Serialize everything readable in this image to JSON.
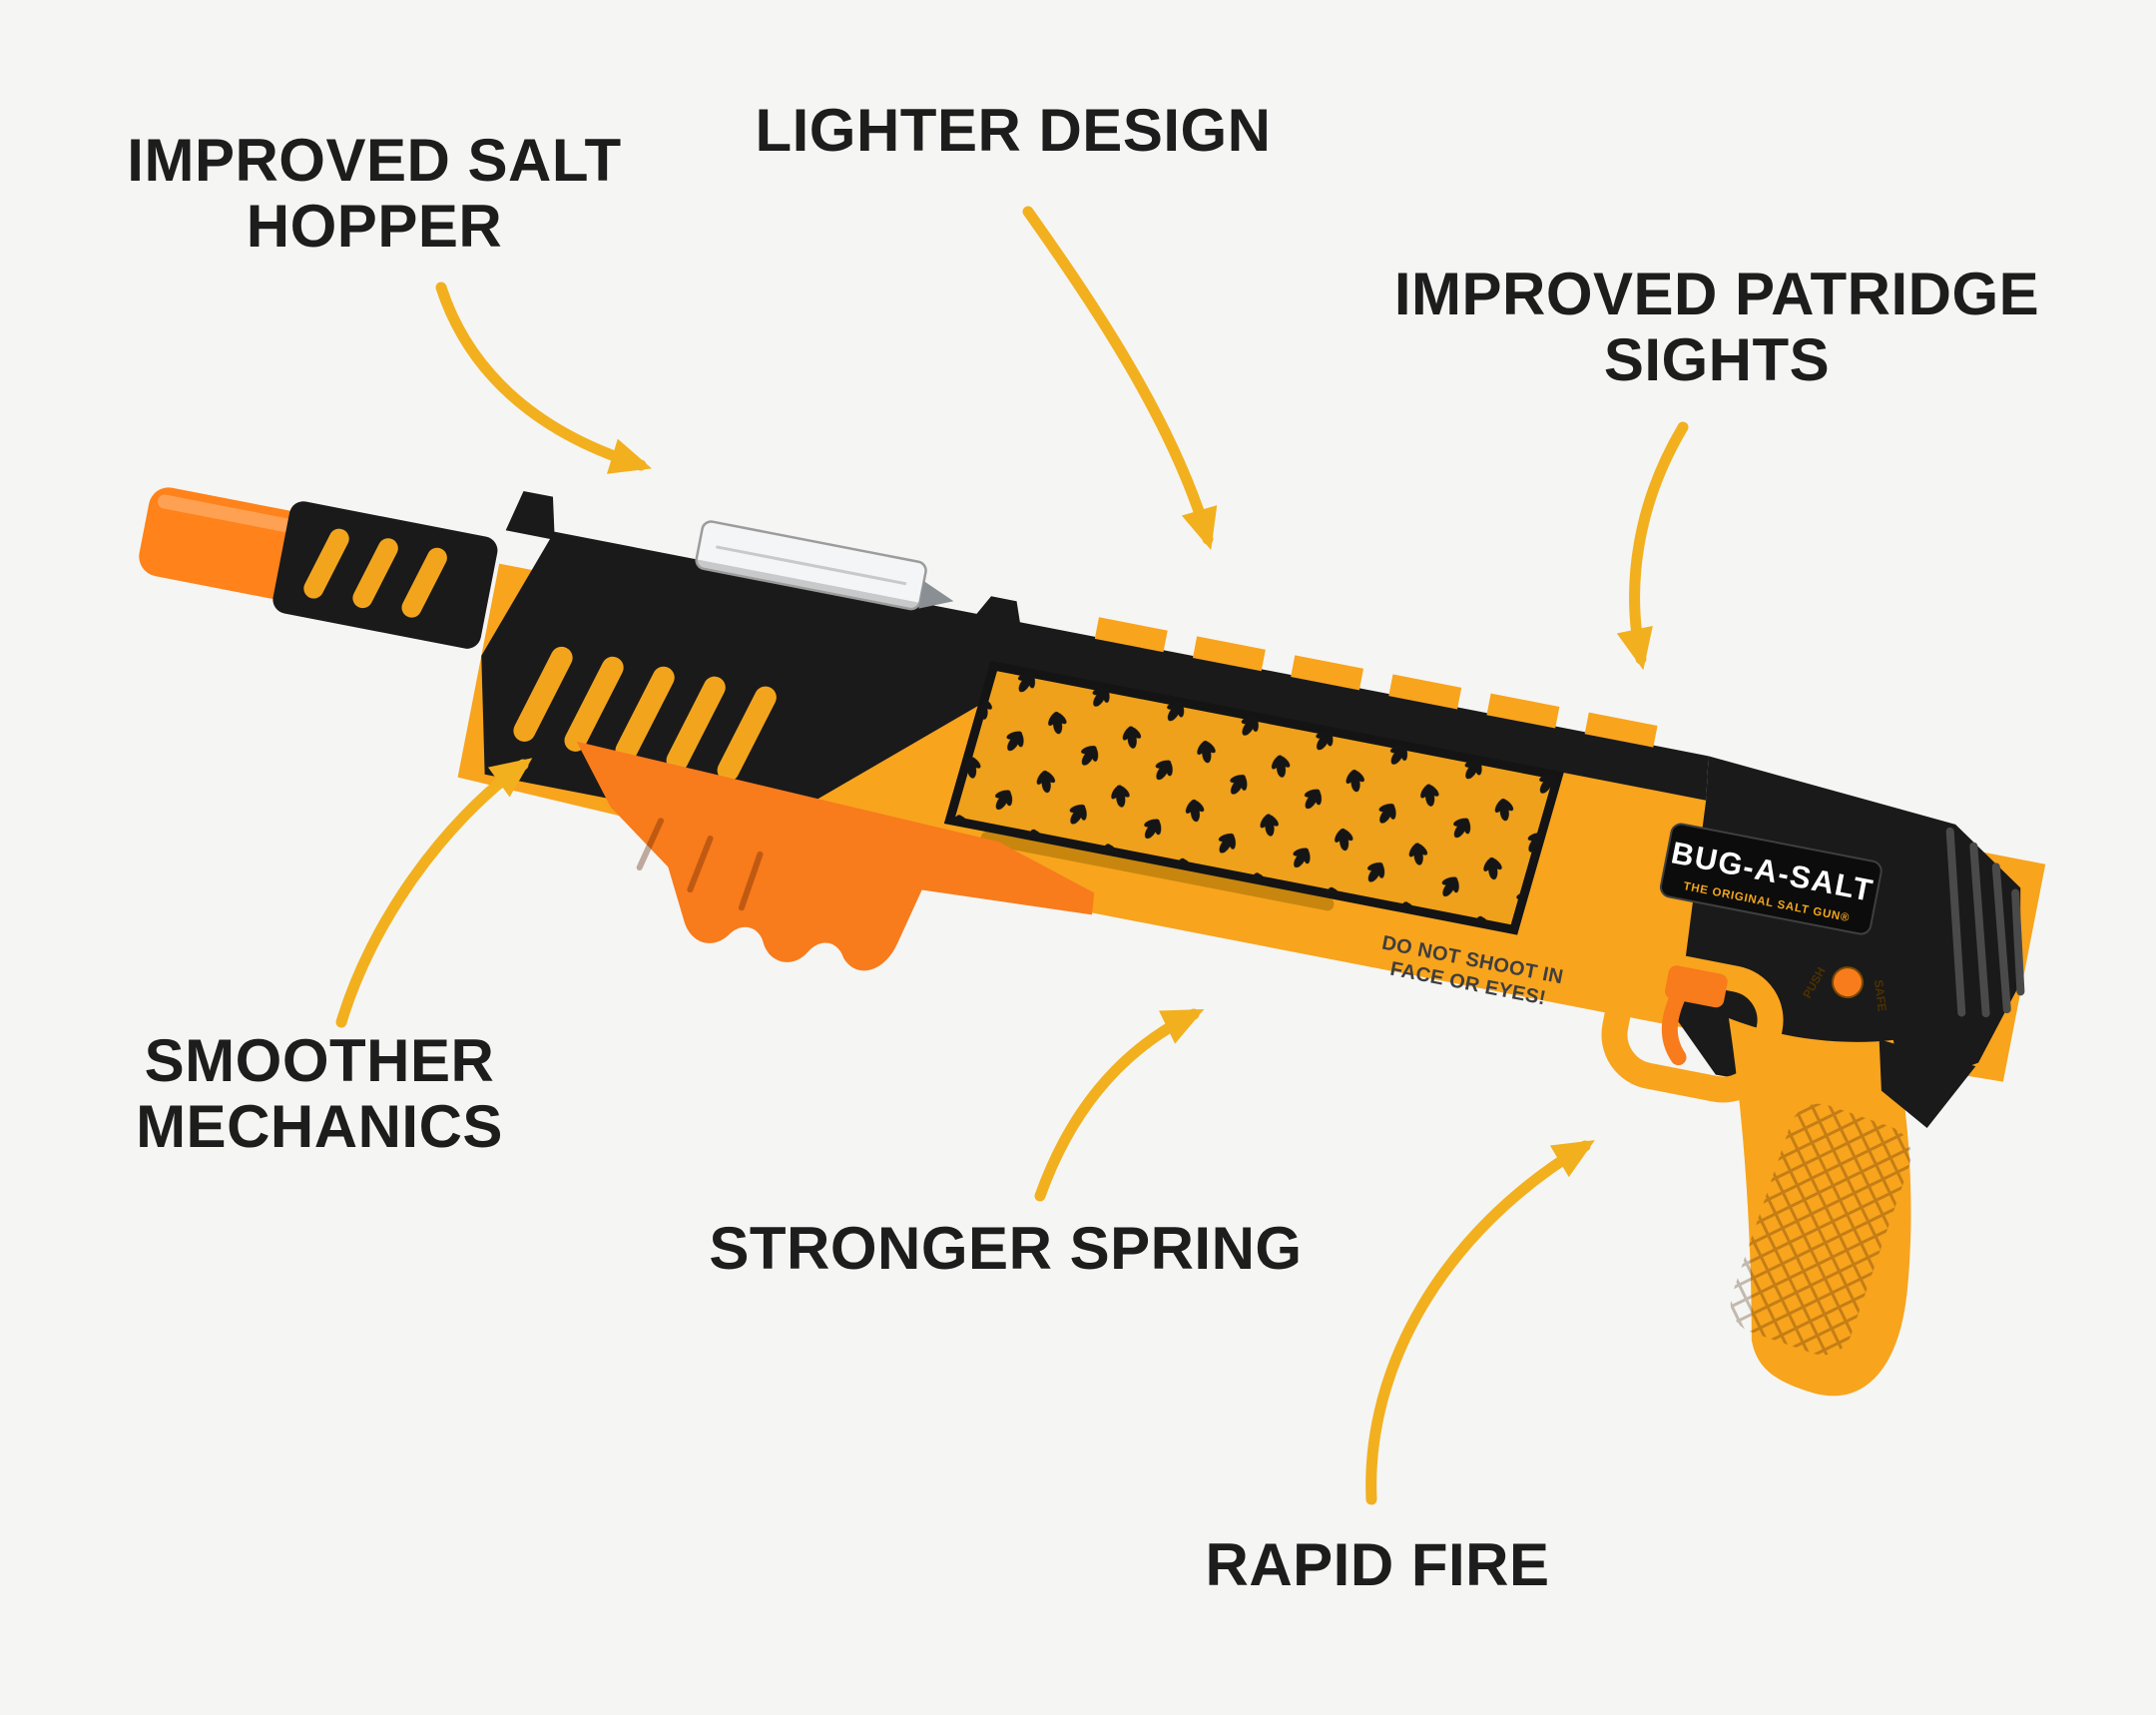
{
  "colors": {
    "bg": "#f5f5f3",
    "label": "#1d1d1d",
    "arrow": "#F2B01E",
    "body": "#F8A41D",
    "slot": "#F2A51C",
    "pump": "#F87B1C",
    "muzzle": "#FF821A",
    "black": "#1A1A1A"
  },
  "callouts": [
    {
      "id": "improved-salt-hopper",
      "lines": [
        "IMPROVED SALT",
        "HOPPER"
      ]
    },
    {
      "id": "lighter-design",
      "lines": [
        "LIGHTER DESIGN"
      ]
    },
    {
      "id": "improved-patridge-sights",
      "lines": [
        "IMPROVED PATRIDGE",
        "SIGHTS"
      ]
    },
    {
      "id": "smoother-mechanics",
      "lines": [
        "SMOOTHER",
        "MECHANICS"
      ]
    },
    {
      "id": "stronger-spring",
      "lines": [
        "STRONGER SPRING"
      ]
    },
    {
      "id": "rapid-fire",
      "lines": [
        "RAPID FIRE"
      ]
    }
  ],
  "gun": {
    "brand": "BUG-A-SALT",
    "brand_tagline": "THE ORIGINAL SALT GUN®",
    "warning": [
      "DO NOT SHOOT IN",
      "FACE OR EYES!"
    ],
    "safety": {
      "push": "PUSH",
      "safe": "SAFE"
    }
  }
}
